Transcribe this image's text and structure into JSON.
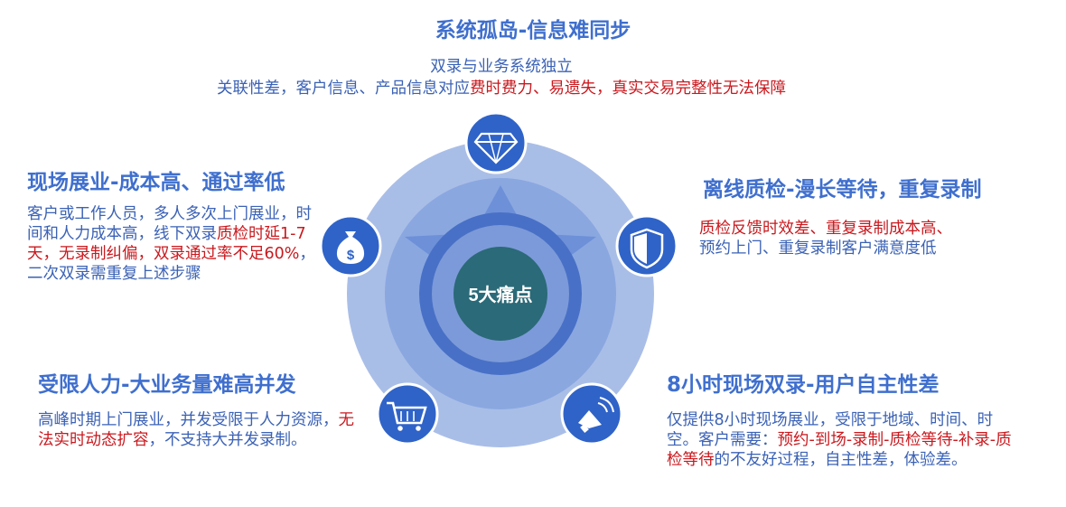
{
  "center": {
    "label": "5大痛点"
  },
  "pain_points": {
    "top": {
      "title": "系统孤岛-信息难同步",
      "line1": "双录与业务系统独立",
      "line2_pre": "关联性差，客户信息、产品信息对应",
      "line2_red": "费时费力、易遗失，真实交易完整性无法保障",
      "icon": "diamond-icon"
    },
    "upper_left": {
      "title": "现场展业-成本高、通过率低",
      "text_pre": "客户或工作人员，多人多次上门展业，时间和人力成本高，线下双录",
      "text_red": "质检时延1-7天，无录制纠偏，双录通过率不足60%",
      "text_post": "，二次双录需重复上述步骤",
      "icon": "money-bag-icon"
    },
    "upper_right": {
      "title": "离线质检-漫长等待，重复录制",
      "text_red": "质检反馈时效差、重复录制成本高、",
      "text_post": "预约上门、重复录制客户满意度低",
      "icon": "shield-icon"
    },
    "lower_left": {
      "title": "受限人力-大业务量难高并发",
      "text_pre": "高峰时期上门展业，并发受限于人力资源，",
      "text_red": "无法实时动态扩容",
      "text_post": "，不支持大并发录制。",
      "icon": "shopping-cart-icon"
    },
    "lower_right": {
      "title": "8小时现场双录-用户自主性差",
      "text_pre": "仅提供8小时现场展业，受限于地域、时间、时空。客户需要：",
      "text_red": "预约-到场-录制-质检等待-补录-质检等待",
      "text_post": "的不友好过程，自主性差，体验差。",
      "icon": "megaphone-icon"
    }
  },
  "colors": {
    "title_blue": "#3f6fce",
    "body_blue": "#3b62b5",
    "accent_red": "#c9191e",
    "icon_blue": "#2f63c8",
    "center_teal": "#2b6a78",
    "outer_ring": "#a8bde6",
    "mid_ring": "#6f92da",
    "inner_ring": "#4a73c9"
  }
}
